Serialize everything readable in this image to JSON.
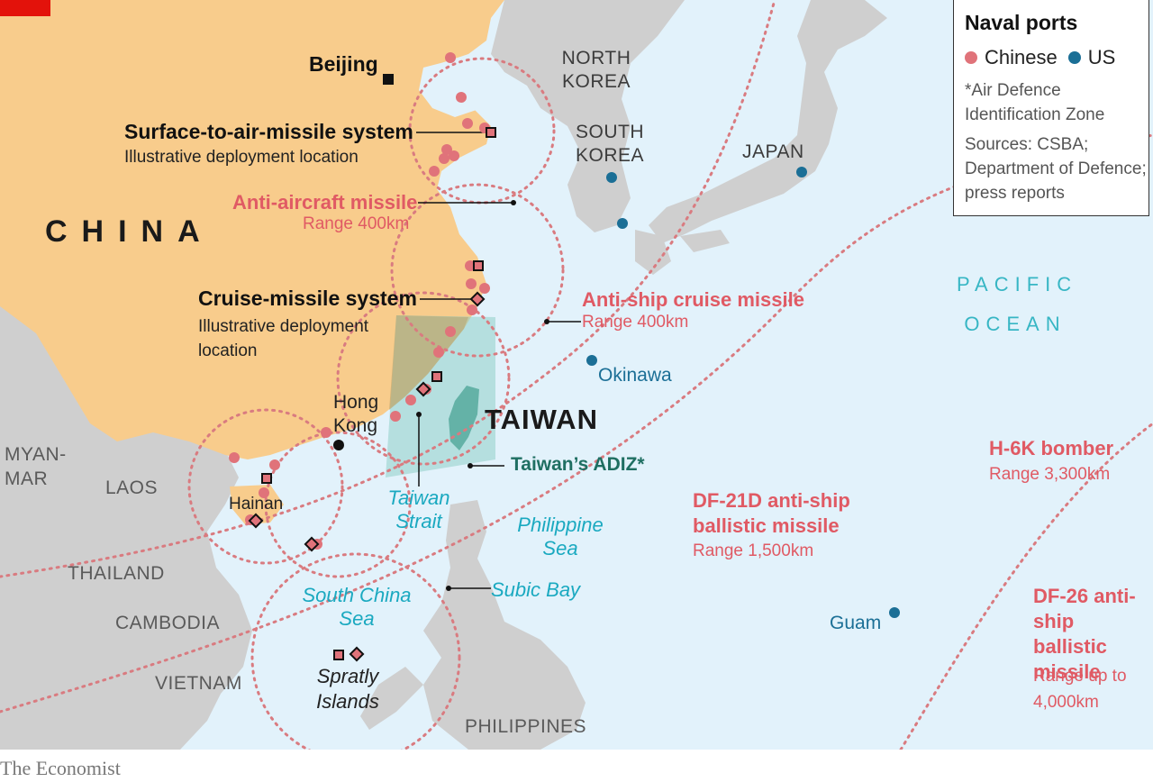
{
  "legend": {
    "title": "Naval ports",
    "chinese_label": "Chinese",
    "us_label": "US",
    "adiz_note": "*Air Defence Identification Zone",
    "sources": "Sources: CSBA; Department of Defence; press reports"
  },
  "colors": {
    "sea": "#e2f2fb",
    "china_land": "#f8cc8c",
    "other_land": "#cfcfcf",
    "chinese_port": "#e0737a",
    "us_port": "#1b6f96",
    "range_line": "#d97b80",
    "adiz": "#8fd0c9",
    "taiwan": "#2f8f7f"
  },
  "countries": {
    "china": "CHINA",
    "north_korea": "NORTH KOREA",
    "south_korea": "SOUTH KOREA",
    "japan": "JAPAN",
    "taiwan": "TAIWAN",
    "myanmar": "MYAN-MAR",
    "laos": "LAOS",
    "thailand": "THAILAND",
    "cambodia": "CAMBODIA",
    "vietnam": "VIETNAM",
    "philippines": "PHILIPPINES"
  },
  "places": {
    "beijing": "Beijing",
    "hong_kong": "Hong Kong",
    "hainan": "Hainan",
    "spratly": "Spratly Islands",
    "okinawa": "Okinawa",
    "guam": "Guam",
    "subic_bay": "Subic Bay"
  },
  "seas": {
    "pacific": "PACIFIC OCEAN",
    "south_china_sea": "South China Sea",
    "philippine_sea": "Philippine Sea",
    "taiwan_strait": "Taiwan Strait"
  },
  "annotations": {
    "sam_title": "Surface-to-air-missile system",
    "sam_sub": "Illustrative deployment location",
    "aa_title": "Anti-aircraft missile",
    "aa_range": "Range 400km",
    "cruise_title": "Cruise-missile system",
    "cruise_sub": "Illustrative deployment location",
    "ascm_title": "Anti-ship cruise missile",
    "ascm_range": "Range 400km",
    "adiz_label": "Taiwan’s ADIZ*",
    "df21_title": "DF-21D anti-ship ballistic missile",
    "df21_range": "Range 1,500km",
    "h6k_title": "H-6K bomber",
    "h6k_range": "Range 3,300km",
    "df26_title": "DF-26 anti-ship ballistic missile",
    "df26_range": "Range up to 4,000km"
  },
  "brand": "The Economist"
}
